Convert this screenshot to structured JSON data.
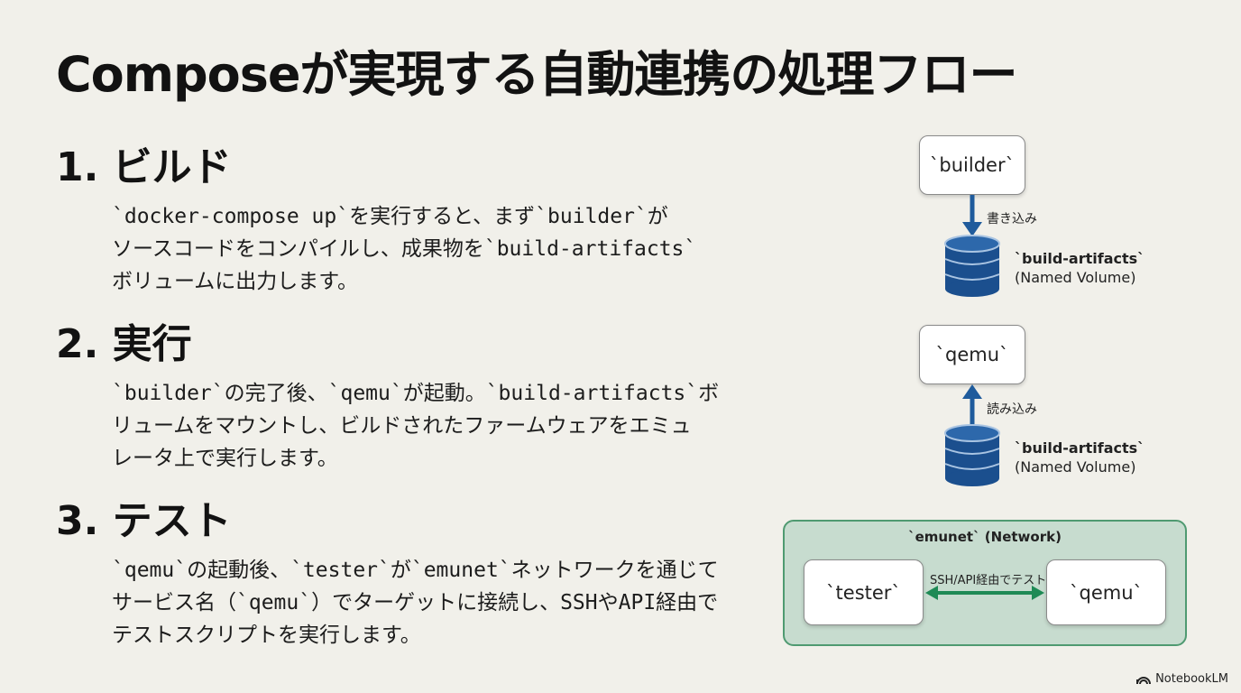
{
  "title": "Composeが実現する自動連携の処理フロー",
  "steps": [
    {
      "heading": "1. ビルド",
      "lines": [
        "`docker-compose up`を実行すると、まず`builder`が",
        "ソースコードをコンパイルし、成果物を`build-artifacts`",
        "ボリュームに出力します。"
      ]
    },
    {
      "heading": "2. 実行",
      "lines": [
        "`builder`の完了後、`qemu`が起動。`build-artifacts`ボ",
        "リュームをマウントし、ビルドされたファームウェアをエミュ",
        "レータ上で実行します。"
      ]
    },
    {
      "heading": "3. テスト",
      "lines": [
        "`qemu`の起動後、`tester`が`emunet`ネットワークを通じて",
        "サービス名（`qemu`）でターゲットに接続し、SSHやAPI経由で",
        "テストスクリプトを実行します。"
      ]
    }
  ],
  "diagram": {
    "builder_node": "`builder`",
    "write_label": "書き込み",
    "volume1": {
      "name": "`build-artifacts`",
      "type": "(Named Volume)"
    },
    "qemu_node": "`qemu`",
    "read_label": "読み込み",
    "volume2": {
      "name": "`build-artifacts`",
      "type": "(Named Volume)"
    },
    "network": {
      "title": "`emunet` (Network)",
      "tester_node": "`tester`",
      "qemu_node": "`qemu`",
      "link_label": "SSH/API経由でテスト"
    },
    "colors": {
      "arrow_blue": "#1f5b9c",
      "cylinder_blue": "#1b4f8e",
      "network_green": "#4f9a71",
      "network_fill": "#c7dccf",
      "link_green": "#1e8a55"
    }
  },
  "footer": {
    "brand": "NotebookLM",
    "icon": "notebooklm-logo-icon"
  }
}
